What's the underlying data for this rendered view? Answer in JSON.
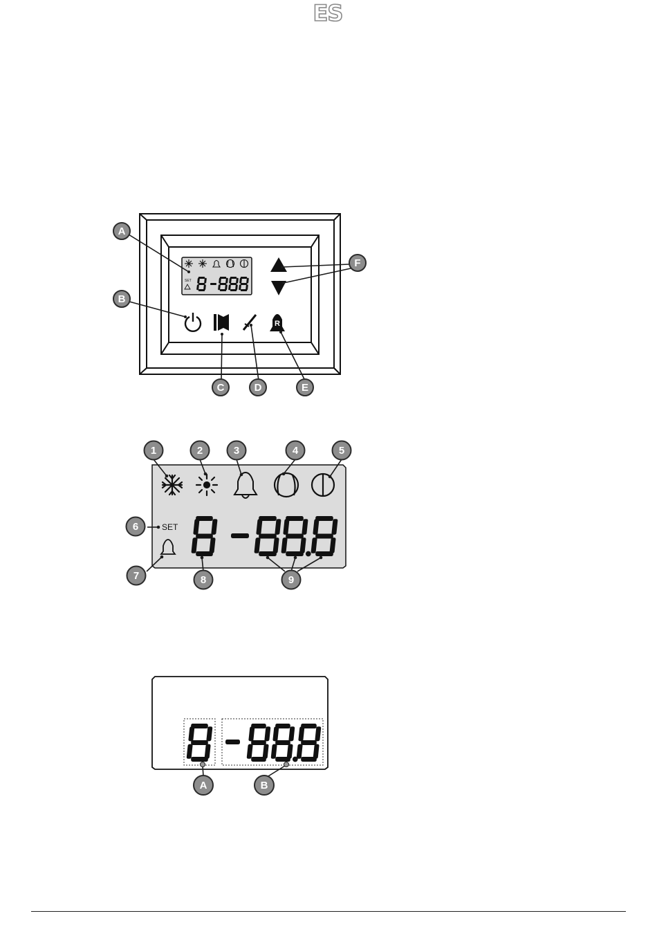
{
  "header": {
    "lang_code": "ES"
  },
  "panel_diagram": {
    "display": {
      "set_label": "SET"
    },
    "callouts": [
      {
        "letter": "A",
        "target": "display"
      },
      {
        "letter": "B",
        "target": "on-off-button"
      },
      {
        "letter": "C",
        "target": "defrost-button"
      },
      {
        "letter": "D",
        "target": "light-button"
      },
      {
        "letter": "E",
        "target": "alarm-reset-button"
      },
      {
        "letter": "F",
        "target": "up-down-buttons"
      }
    ]
  },
  "display_diagram": {
    "set_label": "SET",
    "callouts": [
      "1",
      "2",
      "3",
      "4",
      "5",
      "6",
      "7",
      "8",
      "9"
    ]
  },
  "digit_diagram": {
    "callouts": [
      "A",
      "B"
    ]
  }
}
